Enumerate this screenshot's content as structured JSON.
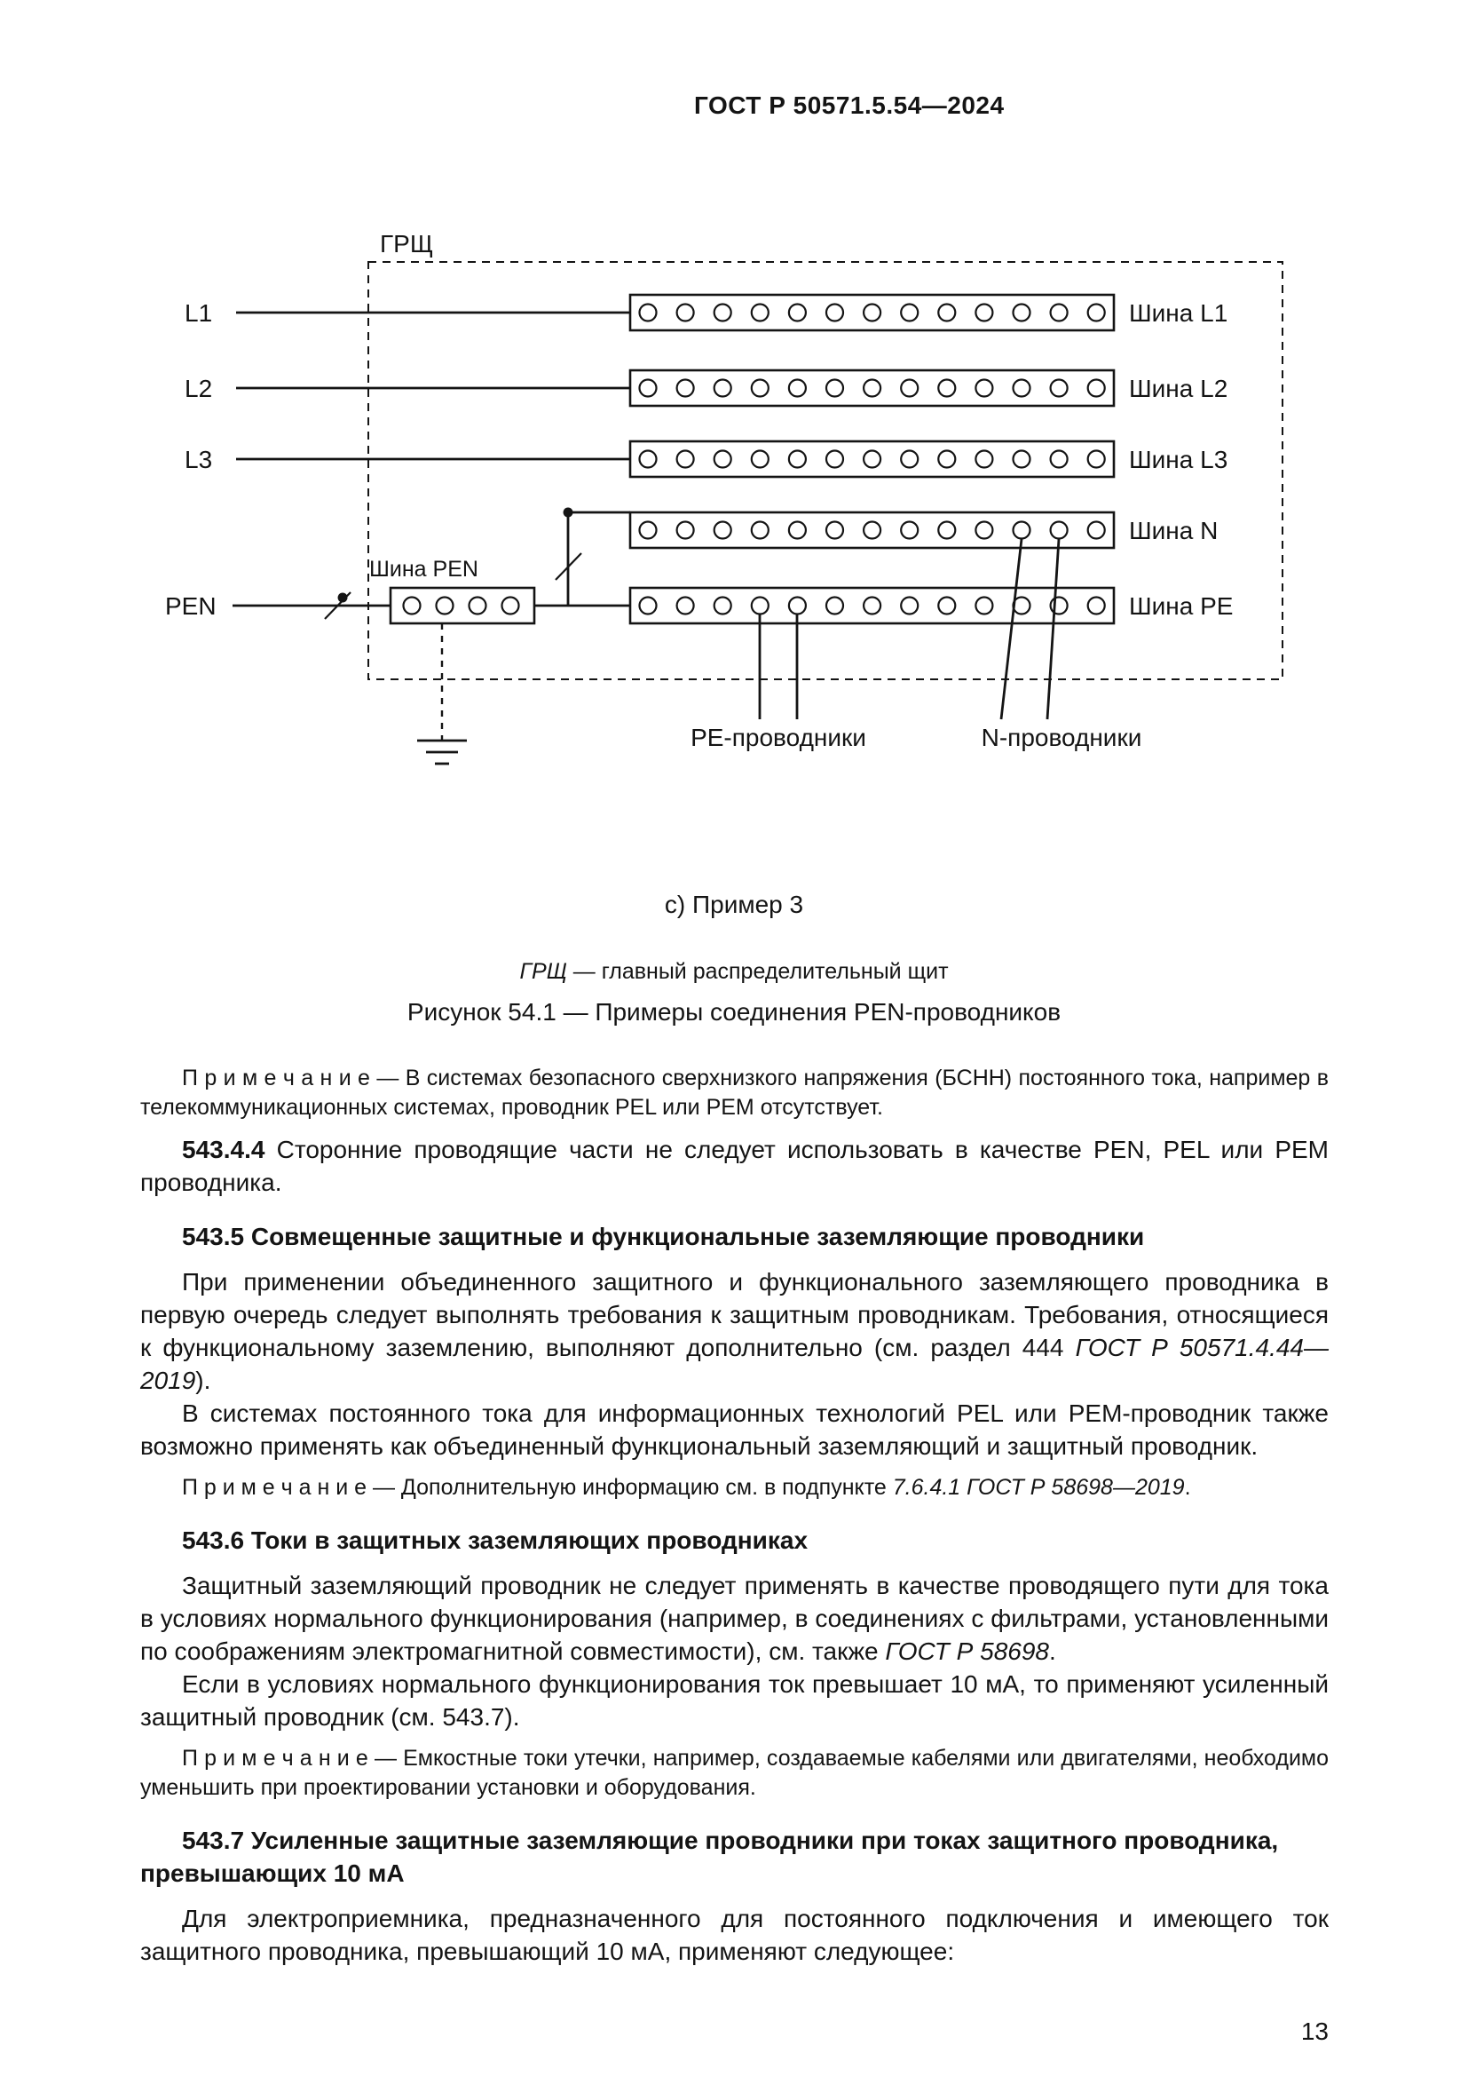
{
  "header": {
    "doc_code": "ГОСТ Р 50571.5.54—2024"
  },
  "diagram": {
    "board_label": "ГРЩ",
    "feeders": [
      "L1",
      "L2",
      "L3",
      "PEN"
    ],
    "pen_bus_label": "Шина PEN",
    "buses": [
      "Шина L1",
      "Шина L2",
      "Шина L3",
      "Шина N",
      "Шина PE"
    ],
    "pe_conductors_label": "PE-проводники",
    "n_conductors_label": "N-проводники"
  },
  "figure": {
    "item_caption": "с) Пример 3",
    "legend_term": "ГРЩ",
    "legend_rest": " — главный распределительный щит",
    "caption": "Рисунок 54.1 — Примеры соединения PEN-проводников"
  },
  "content": {
    "blocks": [
      {
        "type": "note",
        "segments": [
          {
            "t": "П р и м е ч а н и е  — В системах безопасного сверхнизкого напряжения (БСНН) постоянного тока, например в телекоммуникационных системах, проводник PEL или PEM отсутствует."
          }
        ]
      },
      {
        "type": "paragraph",
        "segments": [
          {
            "t": "543.4.4 ",
            "b": true
          },
          {
            "t": "Сторонние проводящие части не следует использовать в качестве PEN, PEL или PEM проводника."
          }
        ]
      },
      {
        "type": "heading",
        "segments": [
          {
            "t": "543.5 Совмещенные защитные и функциональные заземляющие проводники"
          }
        ]
      },
      {
        "type": "paragraph",
        "segments": [
          {
            "t": "При применении объединенного защитного и функционального заземляющего проводника в первую очередь следует выполнять требования к защитным проводникам. Требования, относящиеся к функциональному заземлению, выполняют дополнительно (см. раздел 444 "
          },
          {
            "t": "ГОСТ Р 50571.4.44—2019",
            "i": true
          },
          {
            "t": ")."
          }
        ]
      },
      {
        "type": "paragraph",
        "segments": [
          {
            "t": "В системах постоянного тока для информационных технологий PEL или PEM-проводник также возможно применять как объединенный функциональный заземляющий и защитный проводник."
          }
        ]
      },
      {
        "type": "note",
        "segments": [
          {
            "t": "П р и м е ч а н и е  — Дополнительную информацию см. в подпункте "
          },
          {
            "t": "7.6.4.1 ГОСТ Р 58698—2019",
            "i": true
          },
          {
            "t": "."
          }
        ]
      },
      {
        "type": "heading",
        "segments": [
          {
            "t": "543.6 Токи в защитных заземляющих проводниках"
          }
        ]
      },
      {
        "type": "paragraph",
        "segments": [
          {
            "t": "Защитный заземляющий проводник не следует применять в качестве проводящего пути для тока в условиях нормального функционирования (например, в соединениях с фильтрами, установленными по соображениям электромагнитной совместимости), см. также "
          },
          {
            "t": "ГОСТ Р 58698",
            "i": true
          },
          {
            "t": "."
          }
        ]
      },
      {
        "type": "paragraph",
        "segments": [
          {
            "t": "Если в условиях нормального функционирования ток превышает 10 мА, то применяют усиленный защитный проводник (см. 543.7)."
          }
        ]
      },
      {
        "type": "note",
        "segments": [
          {
            "t": "П р и м е ч а н и е  — Емкостные токи утечки, например, создаваемые кабелями или двигателями, необходимо уменьшить при проектировании установки и оборудования."
          }
        ]
      },
      {
        "type": "heading",
        "segments": [
          {
            "t": "543.7 Усиленные защитные заземляющие проводники при токах защитного проводника, превышающих 10 мА"
          }
        ]
      },
      {
        "type": "paragraph",
        "segments": [
          {
            "t": "Для электроприемника, предназначенного для постоянного подключения и имеющего ток защитного проводника, превышающий 10 мА, применяют следующее:"
          }
        ]
      }
    ]
  },
  "footer": {
    "page_number": "13"
  }
}
